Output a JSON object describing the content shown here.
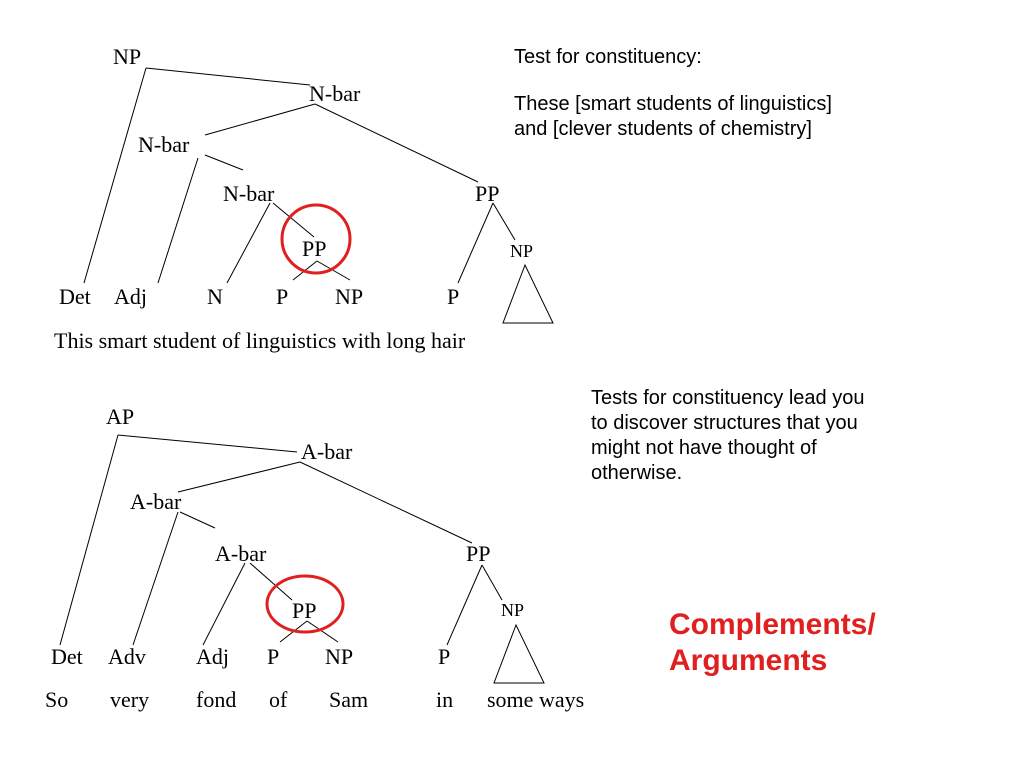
{
  "colors": {
    "text": "#000000",
    "accent": "#e02020",
    "line": "#000000"
  },
  "tree1": {
    "nodes": {
      "np": "NP",
      "nbar_top": "N-bar",
      "nbar_mid": "N-bar",
      "nbar_low": "N-bar",
      "pp_right": "PP",
      "pp_circled": "PP",
      "np_small": "NP"
    },
    "terminals": {
      "det": "Det",
      "adj": "Adj",
      "n": "N",
      "p1": "P",
      "np": "NP",
      "p2": "P"
    },
    "sentence": "This smart student of linguistics with long hair"
  },
  "tree2": {
    "nodes": {
      "ap": "AP",
      "abar_top": "A-bar",
      "abar_mid": "A-bar",
      "abar_low": "A-bar",
      "pp_right": "PP",
      "pp_circled": "PP",
      "np_small": "NP"
    },
    "terminals": {
      "det": "Det",
      "adv": "Adv",
      "adj": "Adj",
      "p1": "P",
      "np": "NP",
      "p2": "P"
    },
    "words": {
      "w1": "So",
      "w2": "very",
      "w3": "fond",
      "w4": "of",
      "w5": "Sam",
      "w6": "in",
      "w7": "some ways"
    }
  },
  "notes": {
    "test_heading": "Test for constituency:",
    "test_example_line1": "These [smart students of linguistics]",
    "test_example_line2": "and [clever students of chemistry]",
    "lead_line1": "Tests for constituency lead you",
    "lead_line2": "to discover structures that you",
    "lead_line3": "might not have thought of",
    "lead_line4": "otherwise."
  },
  "callout": {
    "line1": "Complements/",
    "line2": "Arguments"
  }
}
